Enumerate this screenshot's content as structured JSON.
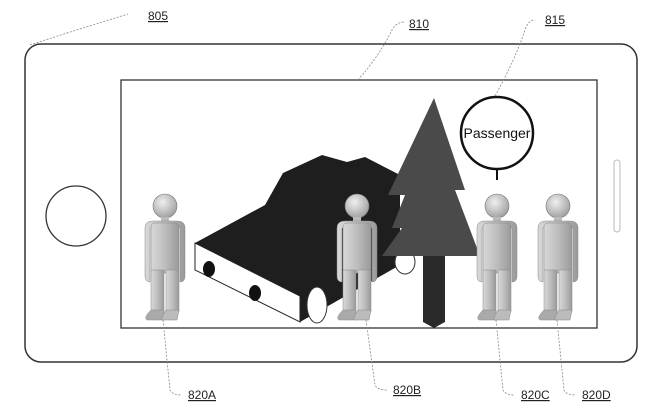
{
  "references": {
    "device": "805",
    "screen": "810",
    "label_bubble": "815",
    "person_a": "820A",
    "person_b": "820B",
    "person_c": "820C",
    "person_d": "820D"
  },
  "scene": {
    "bubble_text": "Passenger"
  },
  "colors": {
    "line": "#222222",
    "car": "#1e1e1e",
    "tree": "#4a4a4a",
    "person": "#c8c8c8"
  }
}
